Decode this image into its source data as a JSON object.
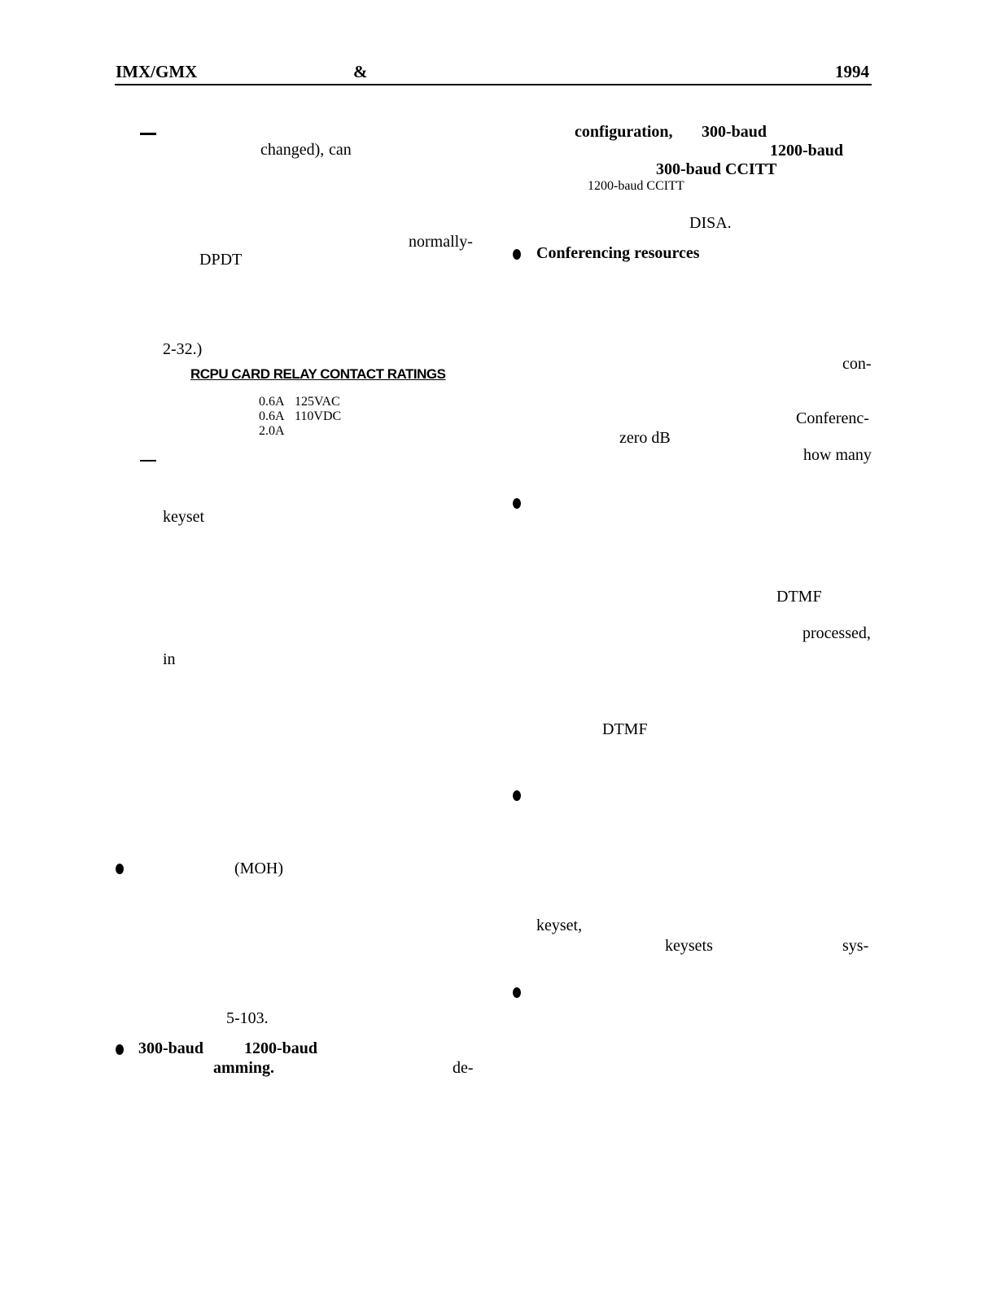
{
  "header": {
    "left": "IMX/GMX",
    "center": "&",
    "right": "1994"
  },
  "left_column": {
    "changed": "changed),",
    "can": "can",
    "normally": "normally-",
    "dpdt": "DPDT",
    "ref": "2-32.)",
    "table_title": "RCPU CARD RELAY CONTACT RATINGS",
    "ratings": [
      {
        "amps": "0.6A",
        "volts": "125VAC"
      },
      {
        "amps": "0.6A",
        "volts": "110VDC"
      },
      {
        "amps": "2.0A",
        "volts": ""
      }
    ],
    "keyset": "keyset",
    "in": "in",
    "moh": "(MOH)",
    "page_ref": "5-103.",
    "baud300": "300-baud",
    "baud1200": "1200-baud",
    "amming": "amming.",
    "de": "de-"
  },
  "right_column": {
    "configuration": "configuration,",
    "baud300_a": "300-baud",
    "baud1200_a": "1200-baud",
    "baud300_ccitt": "300-baud CCITT",
    "baud1200_ccitt": "1200-baud CCITT",
    "disa": "DISA.",
    "conferencing": "Conferencing resources",
    "con": "con-",
    "conferenc": "Conferenc-",
    "zero_db": "zero dB",
    "how_many": "how many",
    "dtmf_a": "DTMF",
    "processed": "processed,",
    "dtmf_b": "DTMF",
    "keyset": "keyset,",
    "keysets": "keysets",
    "sys": "sys-"
  }
}
